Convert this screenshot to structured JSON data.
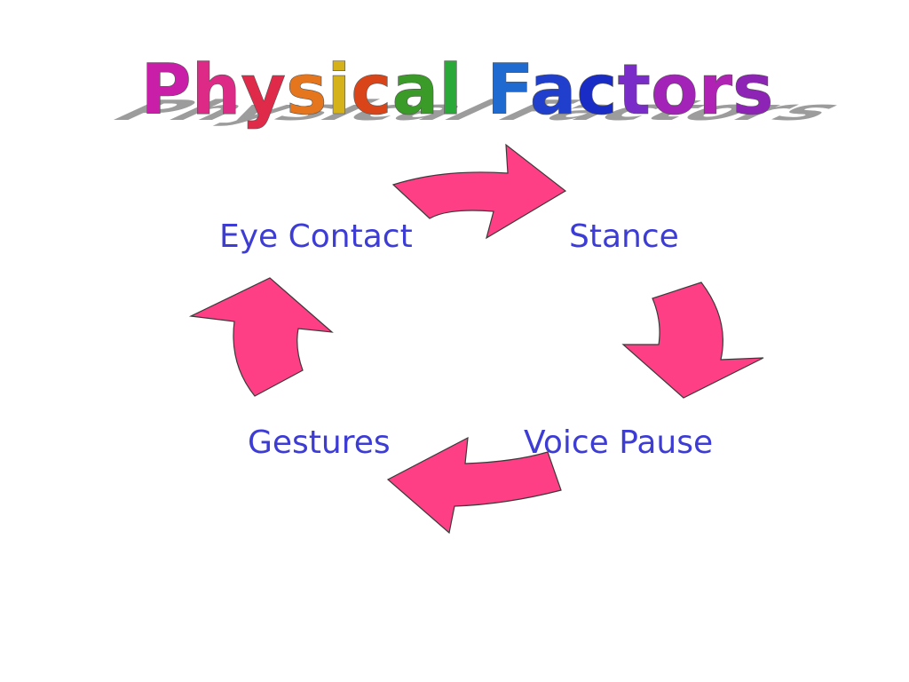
{
  "slide": {
    "title": "Physical Factors",
    "title_letter_colors": [
      "#c81ea8",
      "#dd2a86",
      "#e02a4a",
      "#e6761e",
      "#d6b21a",
      "#d94518",
      "#3a9b28",
      "#2aa838",
      "#1e6ad0",
      "#1f3fcc",
      "#1a2cc6",
      "#7a2cc8",
      "#a323b8",
      "#b022b4",
      "#8e24b6",
      "#9c22b8"
    ],
    "title_shadow_color": "#9c9c9c",
    "label_color": "#3d3dd6",
    "arrow_fill": "#ff3f85",
    "arrow_stroke": "#3a3a3a",
    "cycle": [
      {
        "id": "eye-contact",
        "label": "Eye Contact"
      },
      {
        "id": "stance",
        "label": "Stance"
      },
      {
        "id": "voice-pause",
        "label": "Voice Pause"
      },
      {
        "id": "gestures",
        "label": "Gestures"
      }
    ]
  }
}
